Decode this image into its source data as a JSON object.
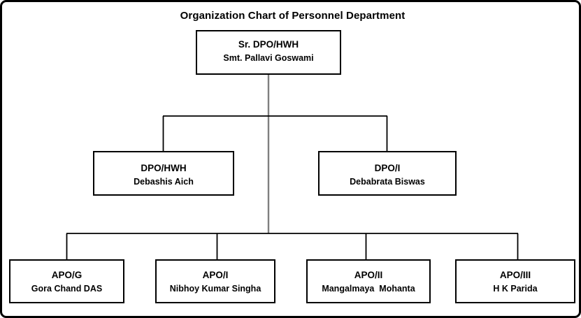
{
  "chart": {
    "title": "Organization Chart of Personnel Department",
    "line_color": "#000000",
    "trunk_color": "#7f7f7f",
    "frame_color": "#000000",
    "background": "#ffffff",
    "text_color": "#000000"
  },
  "nodes": {
    "head": {
      "role": "Sr. DPO/HWH",
      "person": "Smt. Pallavi Goswami"
    },
    "level2": [
      {
        "role": "DPO/HWH",
        "person": "Debashis Aich"
      },
      {
        "role": "DPO/I",
        "person": "Debabrata Biswas"
      }
    ],
    "level3": [
      {
        "role": "APO/G",
        "person": "Gora Chand DAS"
      },
      {
        "role": "APO/I",
        "person": "Nibhoy Kumar Singha"
      },
      {
        "role": "APO/II",
        "person": "Mangalmaya  Mohanta"
      },
      {
        "role": "APO/III",
        "person": "H K Parida"
      }
    ]
  }
}
